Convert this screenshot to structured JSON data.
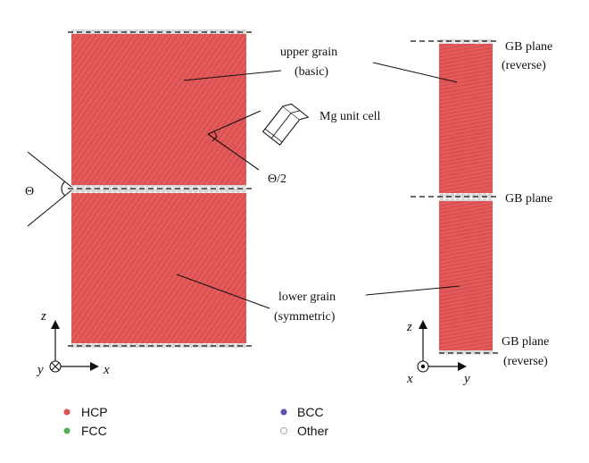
{
  "labels": {
    "upper_grain": "upper grain",
    "upper_grain_sub": "(basic)",
    "lower_grain": "lower grain",
    "lower_grain_sub": "(symmetric)",
    "mg_unit_cell": "Mg unit cell",
    "theta": "Θ",
    "theta_half": "Θ/2",
    "gb_plane": "GB plane",
    "gb_plane_top": "GB plane",
    "gb_plane_top_sub": "(reverse)",
    "gb_plane_bottom": "GB plane",
    "gb_plane_bottom_sub": "(reverse)"
  },
  "axes_left": {
    "z": "z",
    "y": "y",
    "x": "x"
  },
  "axes_right": {
    "z": "z",
    "x": "x",
    "y": "y"
  },
  "legend": [
    {
      "label": "HCP",
      "color": "#e05050"
    },
    {
      "label": "FCC",
      "color": "#4fb04f"
    },
    {
      "label": "BCC",
      "color": "#5a4fb5"
    },
    {
      "label": "Other",
      "color": "#e6e6e6"
    }
  ],
  "colors": {
    "hcp": "#e05656",
    "hcp_shade": "#c93f43",
    "other": "#e8e8e8"
  }
}
